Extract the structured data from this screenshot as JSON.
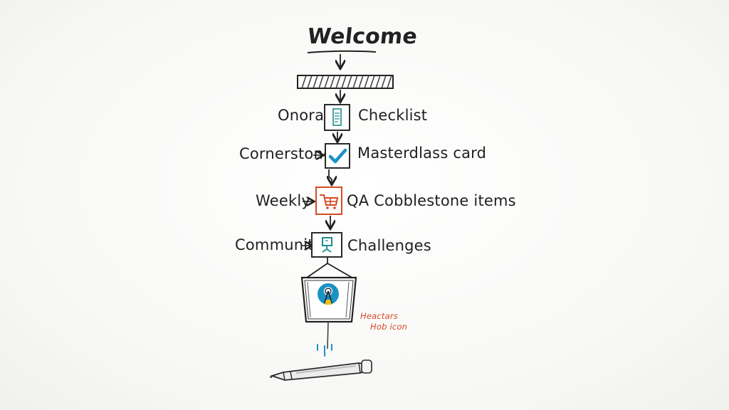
{
  "diagram": {
    "title": "Welcome",
    "rows": [
      {
        "left": "Onorau",
        "right": "Checklist",
        "icon": "clipboard-icon"
      },
      {
        "left": "Cornerstone",
        "right": "Masterdlass card",
        "icon": "checkmark-icon"
      },
      {
        "left": "Weekly",
        "right": "QA Cobblestone items",
        "icon": "cart-icon"
      },
      {
        "left": "Community",
        "right": "Challenges",
        "icon": "monitor-icon"
      }
    ],
    "hub_icon": "person-avatar-icon",
    "note_line1": "Heactars",
    "note_line2": "Hob icon",
    "pen_icon": "marker-pen-icon"
  },
  "colors": {
    "ink": "#1f1f1f",
    "accent_blue": "#1a93c4",
    "accent_red": "#d64a24",
    "accent_teal": "#1f8a8a",
    "accent_yellow": "#e8c21a"
  }
}
